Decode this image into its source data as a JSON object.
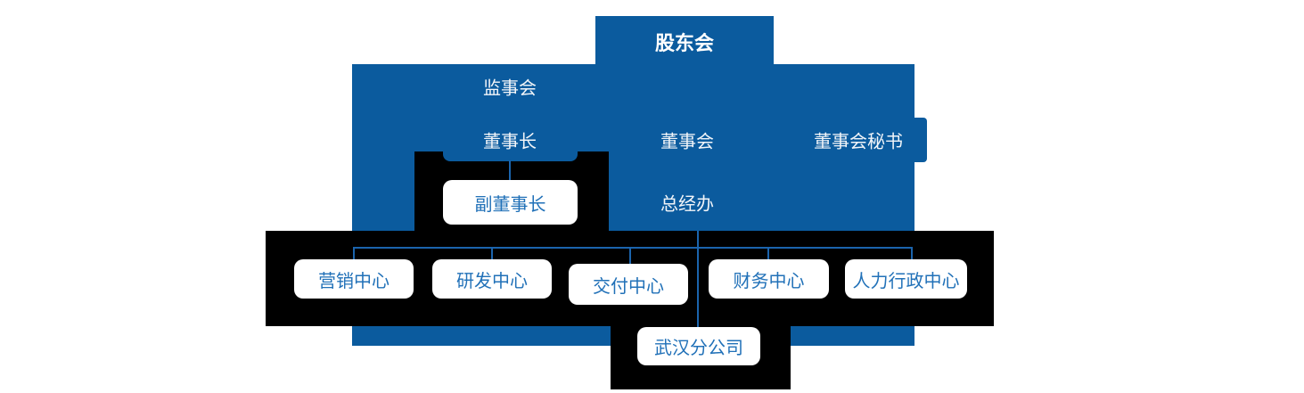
{
  "colors": {
    "panel_blue": "#0b5b9e",
    "connector_blue": "#1b64ad",
    "node_text_blue": "#2171b8",
    "label_white": "#ffffff",
    "mask_black": "#000000",
    "node_background": "#ffffff"
  },
  "org": {
    "shareholders": {
      "label": "股东会"
    },
    "supervisory_board": {
      "label": "监事会"
    },
    "chairman": {
      "label": "董事长"
    },
    "board": {
      "label": "董事会"
    },
    "board_secretary": {
      "label": "董事会秘书"
    },
    "vice_chairman": {
      "label": "副董事长"
    },
    "gm_office": {
      "label": "总经办"
    },
    "centers": [
      {
        "label": "营销中心"
      },
      {
        "label": "研发中心"
      },
      {
        "label": "交付中心"
      },
      {
        "label": "财务中心"
      },
      {
        "label": "人力行政中心"
      }
    ],
    "branch": {
      "label": "武汉分公司"
    }
  }
}
